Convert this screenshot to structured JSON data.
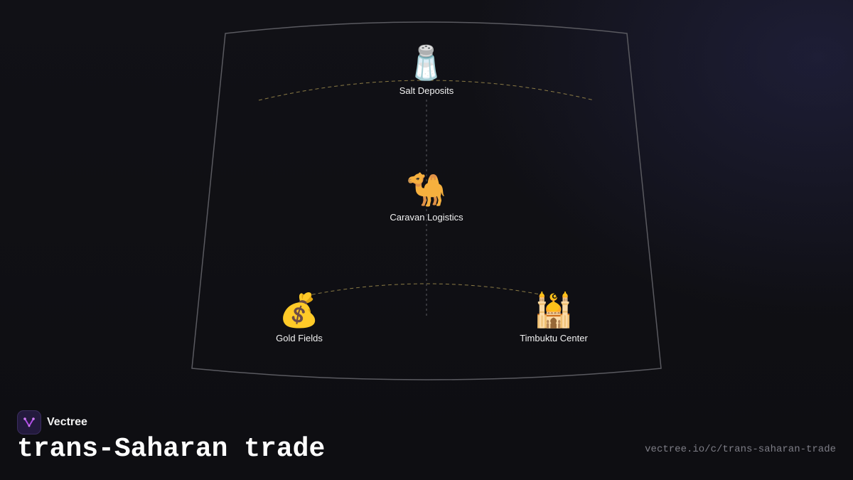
{
  "diagram": {
    "nodes": [
      {
        "id": "salt",
        "icon": "🧂",
        "icon_name": "salt-shaker-icon",
        "label": "Salt Deposits"
      },
      {
        "id": "caravan",
        "icon": "🐪",
        "icon_name": "camel-icon",
        "label": "Caravan Logistics"
      },
      {
        "id": "gold",
        "icon": "💰",
        "icon_name": "money-bag-icon",
        "label": "Gold Fields"
      },
      {
        "id": "timbuktu",
        "icon": "🕌",
        "icon_name": "mosque-icon",
        "label": "Timbuktu Center"
      }
    ],
    "colors": {
      "frame": "#5a5a60",
      "arc": "#8a7a45",
      "axis": "#5c5c62"
    }
  },
  "brand": {
    "name": "Vectree",
    "accent": "#b04de6"
  },
  "footer": {
    "title": "trans-Saharan trade",
    "url": "vectree.io/c/trans-saharan-trade"
  }
}
